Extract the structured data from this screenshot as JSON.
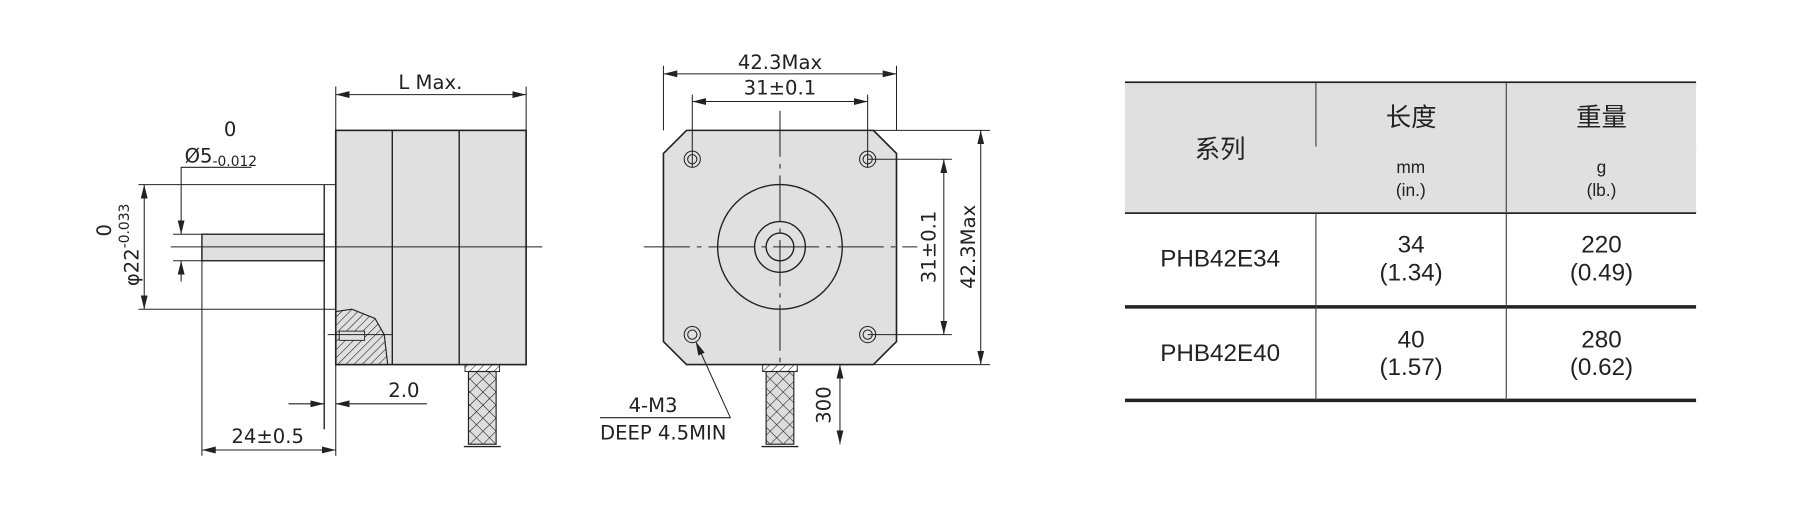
{
  "side_view": {
    "l_max": "L Max.",
    "shaft_dia": "Ø5",
    "shaft_tol_upper": "0",
    "shaft_tol_lower": "-0.012",
    "pilot_dia": "φ22",
    "pilot_tol_upper": "0",
    "pilot_tol_lower": "-0.033",
    "pilot_depth": "2.0",
    "shaft_length": "24±0.5"
  },
  "front_view": {
    "width_max": "42.3Max",
    "hole_spacing": "31±0.1",
    "height_max": "42.3Max",
    "hole_spacing_v": "31±0.1",
    "cable_length": "300",
    "hole_note_1": "4-M3",
    "hole_note_2": "DEEP 4.5MIN"
  },
  "table": {
    "col_series": "系列",
    "col_length": "长度",
    "col_weight": "重量",
    "length_unit": "mm",
    "length_unit_alt": "(in.)",
    "weight_unit": "g",
    "weight_unit_alt": "(lb.)",
    "rows": [
      {
        "series": "PHB42E34",
        "length": "34",
        "length_in": "(1.34)",
        "weight": "220",
        "weight_lb": "(0.49)"
      },
      {
        "series": "PHB42E40",
        "length": "40",
        "length_in": "(1.57)",
        "weight": "280",
        "weight_lb": "(0.62)"
      }
    ]
  }
}
